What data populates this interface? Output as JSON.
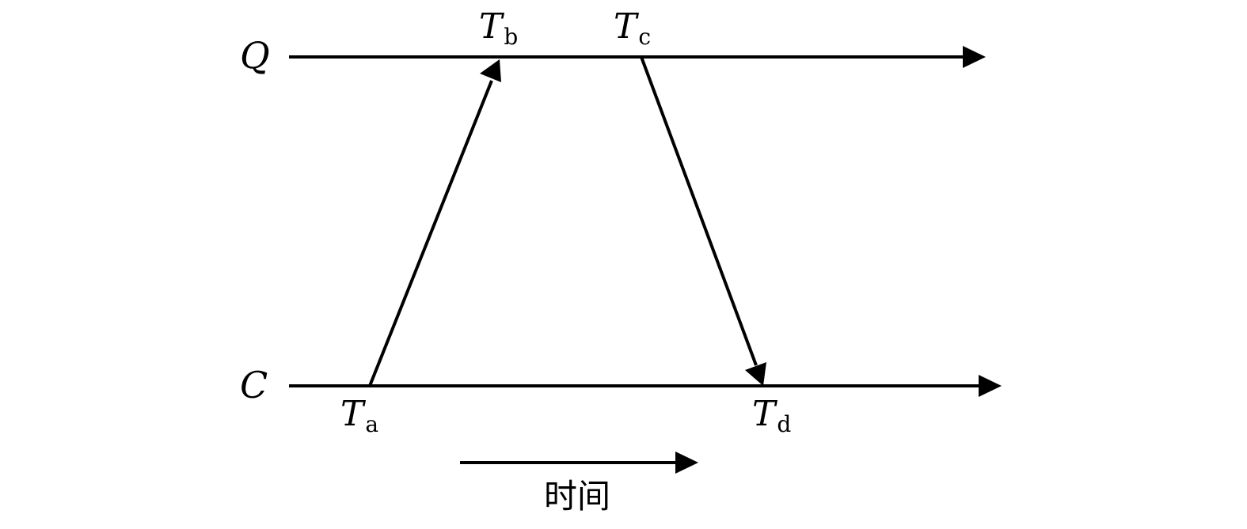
{
  "timelines": {
    "server": {
      "label": "Q"
    },
    "client": {
      "label": "C"
    }
  },
  "timestamps": {
    "a": {
      "main": "T",
      "sub": "a"
    },
    "b": {
      "main": "T",
      "sub": "b"
    },
    "c": {
      "main": "T",
      "sub": "c"
    },
    "d": {
      "main": "T",
      "sub": "d"
    }
  },
  "time_axis": {
    "label": "时间"
  },
  "colors": {
    "ink": "#000000",
    "background": "#ffffff"
  }
}
